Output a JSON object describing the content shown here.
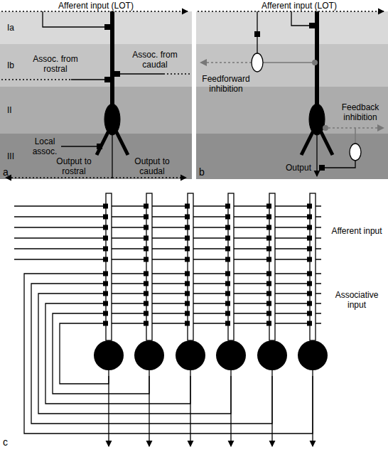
{
  "diagram": {
    "nodes": [
      {
        "text": [
          "Ia"
        ]
      },
      {
        "text": [
          "Ib"
        ]
      },
      {
        "text": [
          "II"
        ]
      },
      {
        "text": [
          "III"
        ]
      }
    ],
    "labels": [
      "Afferent input (LOT)",
      "Assoc. from rostral",
      "Assoc. from caudal",
      "Local assoc.",
      "Output to rostral",
      "Output to caudal",
      "a",
      "Afferent input (LOT)",
      "Feedforward inhibition",
      "Feedback inhibition",
      "Output",
      "b",
      "Afferent input",
      "Associative input",
      "c"
    ]
  }
}
